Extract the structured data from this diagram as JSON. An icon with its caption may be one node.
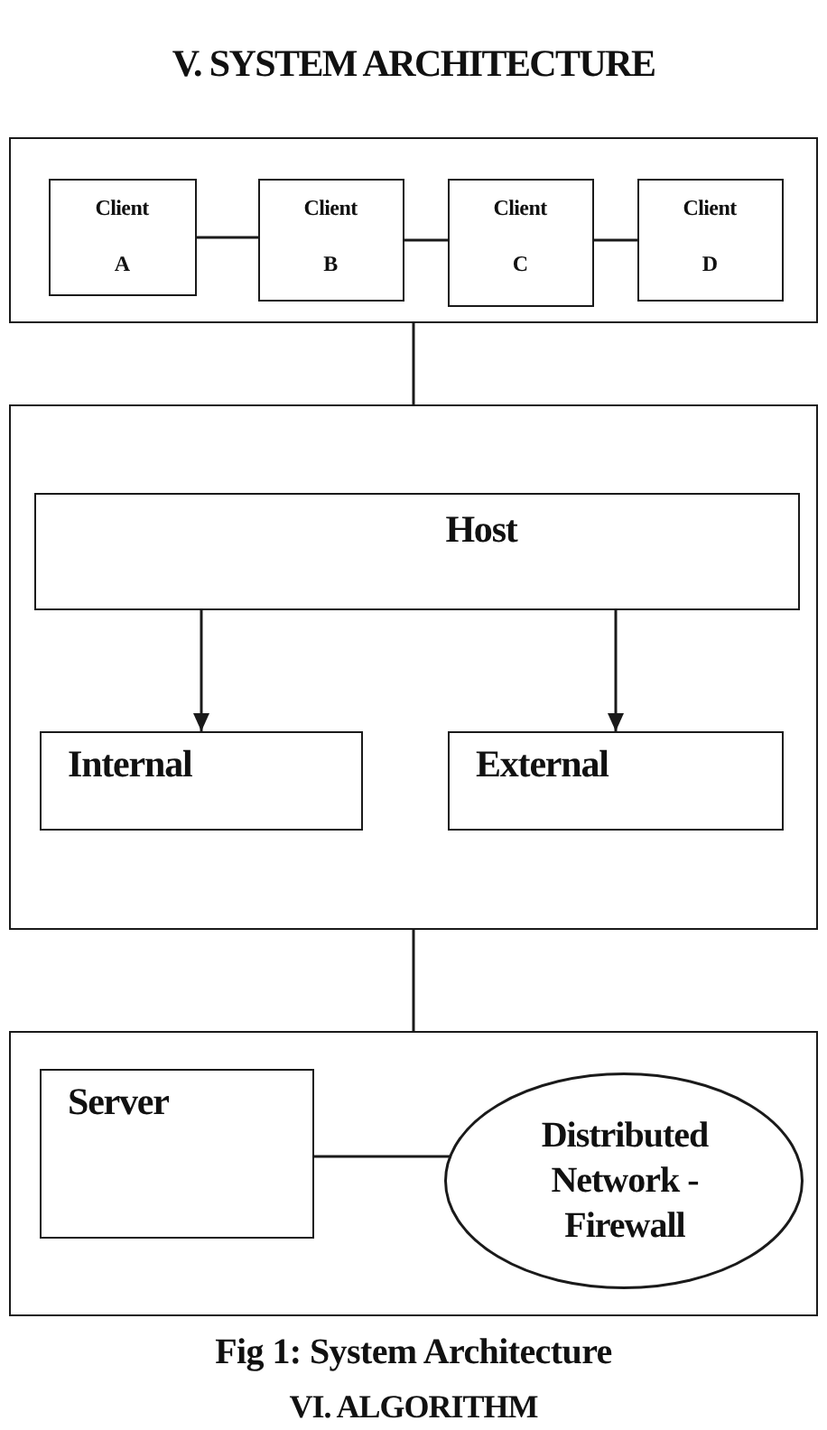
{
  "diagram": {
    "title": "V. SYSTEM ARCHITECTURE",
    "caption": "Fig 1: System Architecture",
    "nodes": [
      {
        "text": [],
        "shape": "box"
      },
      {
        "text": [
          "Client A"
        ],
        "in": 0
      },
      {
        "text": [
          "Client B"
        ],
        "in": 0
      },
      {
        "text": [
          "Client C"
        ],
        "in": 0
      },
      {
        "text": [
          "Client D"
        ],
        "in": 0
      },
      {
        "text": [],
        "shape": "box"
      },
      {
        "text": [
          "Host"
        ],
        "in": 5
      },
      {
        "text": [
          "Internal"
        ],
        "in": 5
      },
      {
        "text": [
          "External"
        ],
        "in": 5
      },
      {
        "text": [],
        "shape": "box"
      },
      {
        "text": [
          "Server"
        ],
        "in": 9
      },
      {
        "text": [
          "Distributed Network - Firewall"
        ],
        "in": 9
      }
    ],
    "edges": [
      {
        "from": 1,
        "to": 2,
        "arrow": "none"
      },
      {
        "from": 2,
        "to": 3,
        "arrow": "none"
      },
      {
        "from": 3,
        "to": 4,
        "arrow": "none"
      },
      {
        "from": 0,
        "to": 5,
        "arrow": "none"
      },
      {
        "from": 6,
        "to": 7,
        "arrow": "to"
      },
      {
        "from": 6,
        "to": 8,
        "arrow": "to"
      },
      {
        "from": 5,
        "to": 9,
        "arrow": "none"
      },
      {
        "from": 10,
        "to": 11,
        "arrow": "none"
      }
    ],
    "labels": [
      "VI. ALGORITHM"
    ]
  }
}
